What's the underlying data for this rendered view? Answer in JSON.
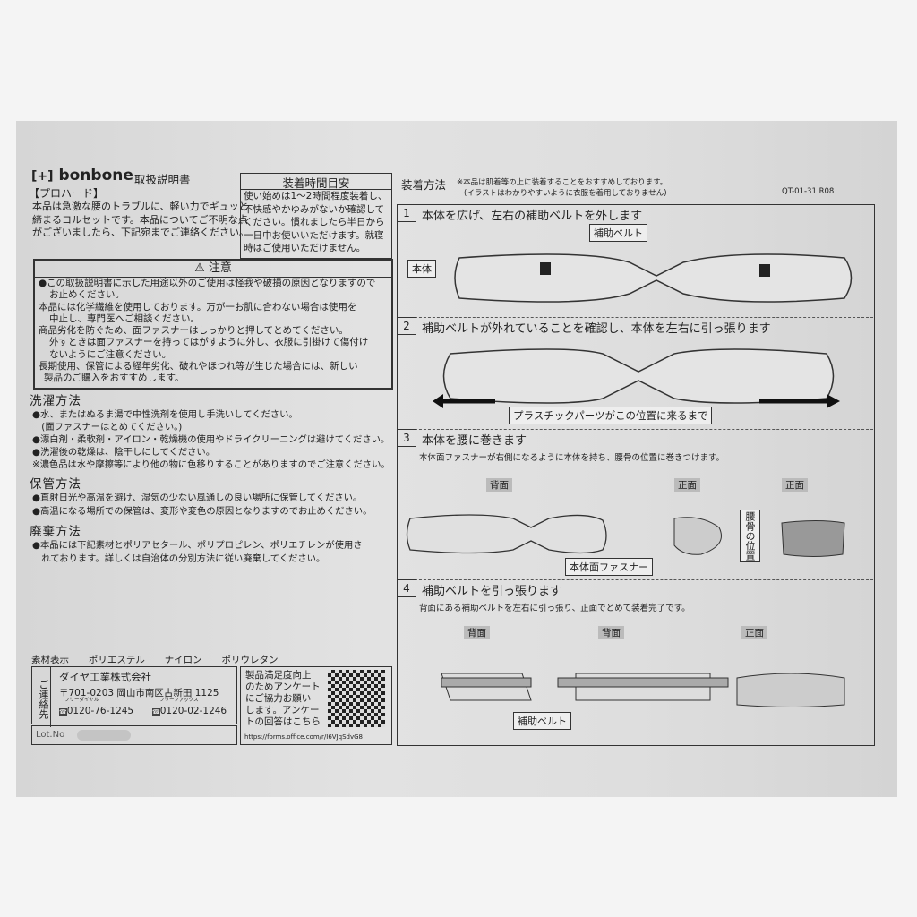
{
  "brand": {
    "logo": "bonbone",
    "doc_title": "取扱説明書",
    "product": "【プロハード】"
  },
  "intro": [
    "本品は急激な腰のトラブルに、軽い力でギュッと",
    "締まるコルセットです。本品についてご不明な点",
    "がございましたら、下記宛までご連絡ください。"
  ],
  "wear_time": {
    "title": "装着時間目安",
    "lines": [
      "使い始めは1〜2時間程度装着し、",
      "不快感やかゆみがないか確認して",
      "ください。慣れましたら半日から",
      "一日中お使いいただけます。就寝",
      "時はご使用いただけません。"
    ]
  },
  "caution": {
    "title": "注意",
    "icon": "warning-triangle-icon",
    "items": [
      [
        "この取扱説明書に示した用途以外のご使用は怪我や破損の原因となりますので",
        "お止めください。"
      ],
      [
        "本品には化学繊維を使用しております。万が一お肌に合わない場合は使用を",
        "中止し、専門医へご相談ください。"
      ],
      [
        "商品劣化を防ぐため、面ファスナーはしっかりと押してとめてください。",
        "外すときは面ファスナーを持ってはがすように外し、衣服に引掛けて傷付け",
        "ないようにご注意ください。"
      ],
      [
        "長期使用、保管による経年劣化、破れやほつれ等が生じた場合には、新しい",
        "製品のご購入をおすすめします。"
      ]
    ]
  },
  "washing": {
    "title": "洗濯方法",
    "lines": [
      "●水、またはぬるま湯で中性洗剤を使用し手洗いしてください。",
      "　(面ファスナーはとめてください。)",
      "●漂白剤・柔軟剤・アイロン・乾燥機の使用やドライクリーニングは避けてください。",
      "●洗濯後の乾燥は、陰干しにしてください。",
      "※濃色品は水や摩擦等により他の物に色移りすることがありますのでご注意ください。"
    ]
  },
  "storage": {
    "title": "保管方法",
    "lines": [
      "●直射日光や高温を避け、湿気の少ない風通しの良い場所に保管してください。",
      "●高温になる場所での保管は、変形や変色の原因となりますのでお止めください。"
    ]
  },
  "disposal": {
    "title": "廃棄方法",
    "lines": [
      "●本品には下記素材とポリアセタール、ポリプロピレン、ポリエチレンが使用さ",
      "　れております。詳しくは自治体の分別方法に従い廃棄してください。"
    ]
  },
  "materials": {
    "label": "素材表示",
    "items": [
      "ポリエステル",
      "ナイロン",
      "ポリウレタン"
    ]
  },
  "contact": {
    "label": "ご連絡先",
    "company": "ダイヤ工業株式会社",
    "address": "〒701-0203 岡山市南区古新田 1125",
    "tel_label": "フリーダイヤル",
    "tel": "0120-76-1245",
    "fax_label": "フリーファックス",
    "fax": "0120-02-1246"
  },
  "lot": {
    "label": "Lot.No"
  },
  "survey": {
    "lines": [
      "製品満足度向上",
      "のためアンケート",
      "にご協力お願い",
      "します。アンケー",
      "トの回答はこちら"
    ],
    "url": "https://forms.office.com/r/I6VJqSdvG8"
  },
  "howto": {
    "title": "装着方法",
    "note1": "※本品は肌着等の上に装着することをおすすめしております。",
    "note2": "(イラストはわかりやすいように衣服を着用しておりません)",
    "code": "QT-01-31 R08",
    "steps": [
      {
        "num": "1",
        "title": "本体を広げ、左右の補助ベルトを外します",
        "labels": [
          "補助ベルト",
          "本体"
        ]
      },
      {
        "num": "2",
        "title": "補助ベルトが外れていることを確認し、本体を左右に引っ張ります",
        "labels": [
          "プラスチックパーツがこの位置に来るまで"
        ]
      },
      {
        "num": "3",
        "title": "本体を腰に巻きます",
        "sub": "本体面ファスナーが右側になるように本体を持ち、腰骨の位置に巻きつけます。",
        "labels": [
          "背面",
          "正面",
          "正面",
          "本体面ファスナー",
          "腰骨の位置"
        ]
      },
      {
        "num": "4",
        "title": "補助ベルトを引っ張ります",
        "sub": "背面にある補助ベルトを左右に引っ張り、正面でとめて装着完了です。",
        "labels": [
          "背面",
          "背面",
          "正面",
          "補助ベルト"
        ]
      }
    ]
  }
}
